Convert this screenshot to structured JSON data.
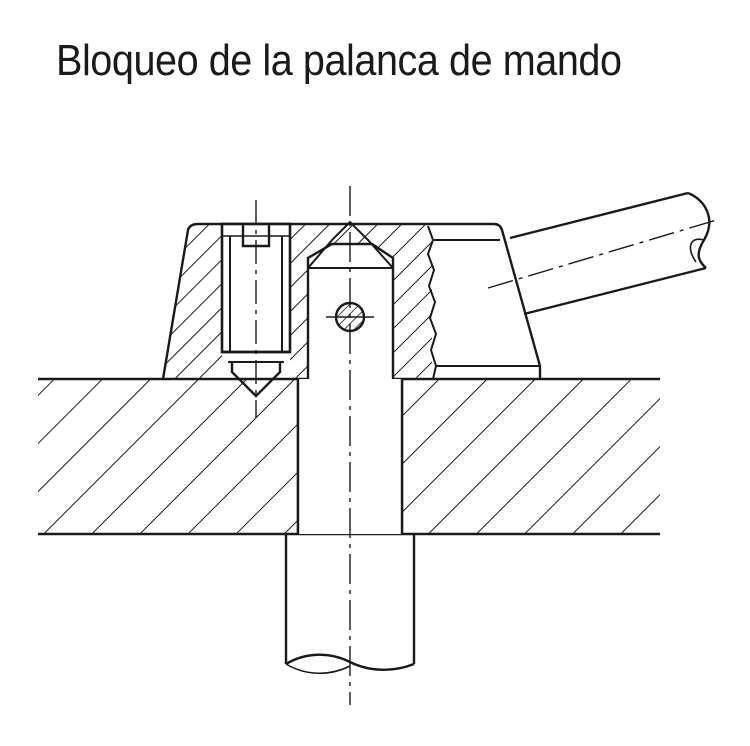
{
  "title": "Bloqueo de la palanca de mando",
  "colors": {
    "line": "#1a1a1a",
    "background": "#ffffff"
  },
  "parts": [
    "base-plate",
    "shaft",
    "handle-hub",
    "set-screw",
    "locking-pin",
    "lever-arm"
  ]
}
